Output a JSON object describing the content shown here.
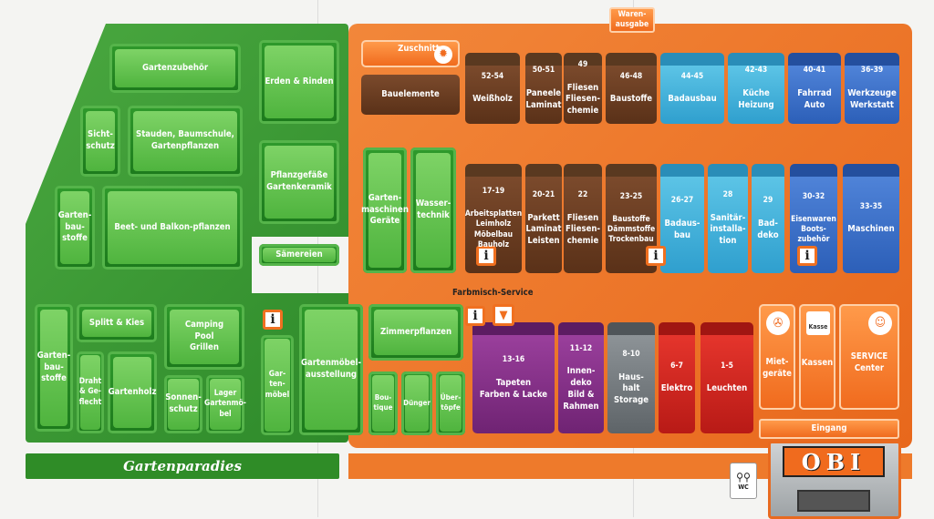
{
  "garden": {
    "gartenzubehoer": "Gartenzubehör",
    "erden": "Erden & Rinden",
    "sicht": "Sicht-\nschutz",
    "stauden": "Stauden, Baumschule,\nGartenpflanzen",
    "pflanzgefaesse": "Pflanzgefäße\nGartenkeramik",
    "gartenbaustoffe_top": "Garten-\nbau-\nstoffe",
    "beet": "Beet- und Balkon-pflanzen",
    "saemereien": "Sämereien",
    "gartenmaschinen": "Garten-\nmaschinen\nGeräte",
    "wassertechnik": "Wasser-\ntechnik",
    "gartenbaustoffe_bottom": "Garten-\nbau-\nstoffe",
    "splitt": "Splitt & Kies",
    "camping": "Camping\nPool\nGrillen",
    "draht": "Draht\n& Ge-\nflecht",
    "gartenholz": "Gartenholz",
    "sonnen": "Sonnen-\nschutz",
    "lager": "Lager\nGartenmö-\nbel",
    "banner": "Gartenparadies"
  },
  "store": {
    "warenausgabe": "Waren-\nausgabe",
    "zuschnitt": "Zuschnitt",
    "bauelemente": "Bauelemente",
    "r1": [
      {
        "num": "52-54",
        "label": "Weißholz"
      },
      {
        "num": "50-51",
        "label": "Paneele\nLaminat"
      },
      {
        "num": "49",
        "label": "Fliesen\nFliesen-\nchemie"
      },
      {
        "num": "46-48",
        "label": "Baustoffe"
      },
      {
        "num": "44-45",
        "label": "Badausbau"
      },
      {
        "num": "42-43",
        "label": "Küche\nHeizung"
      },
      {
        "num": "40-41",
        "label": "Fahrrad\nAuto"
      },
      {
        "num": "36-39",
        "label": "Werkzeuge\nWerkstatt"
      }
    ],
    "r2": [
      {
        "num": "17-19",
        "label": "Arbeitsplatten\nLeimholz\nMöbelbau\nBauholz"
      },
      {
        "num": "20-21",
        "label": "Parkett\nLaminat\nLeisten"
      },
      {
        "num": "22",
        "label": "Fliesen\nFliesen-\nchemie"
      },
      {
        "num": "23-25",
        "label": "Baustoffe\nDämmstoffe\nTrockenbau"
      },
      {
        "num": "26-27",
        "label": "Badaus-\nbau"
      },
      {
        "num": "28",
        "label": "Sanitär-\ninstalla-\ntion"
      },
      {
        "num": "29",
        "label": "Bad-\ndeko"
      },
      {
        "num": "30-32",
        "label": "Eisenwaren\nBoots-\nzubehör"
      },
      {
        "num": "33-35",
        "label": "Maschinen"
      }
    ],
    "farbmisch": "Farbmisch-Service",
    "gartenmoebel": "Gar-\nten-\nmöbel",
    "gartenmoebelausstellung": "Gartenmöbel-\nausstellung",
    "zimmerpflanzen": "Zimmerpflanzen",
    "boutique": "Bou-\ntique",
    "duenger": "Dünger",
    "uebertoepfe": "Über-\ntöpfe",
    "r3": [
      {
        "num": "13-16",
        "label": "Tapeten\nFarben & Lacke"
      },
      {
        "num": "11-12",
        "label": "Innen-\ndeko\nBild &\nRahmen"
      },
      {
        "num": "8-10",
        "label": "Haus-\nhalt\nStorage"
      },
      {
        "num": "6-7",
        "label": "Elektro"
      },
      {
        "num": "1-5",
        "label": "Leuchten"
      }
    ],
    "mietgeraete": "Miet-\ngeräte",
    "kassen": "Kassen",
    "kasse_icon": "Kasse",
    "service": "SERVICE\nCenter",
    "eingang": "Eingang",
    "logo": "OBI",
    "wc": "WC",
    "info_label": "i"
  }
}
